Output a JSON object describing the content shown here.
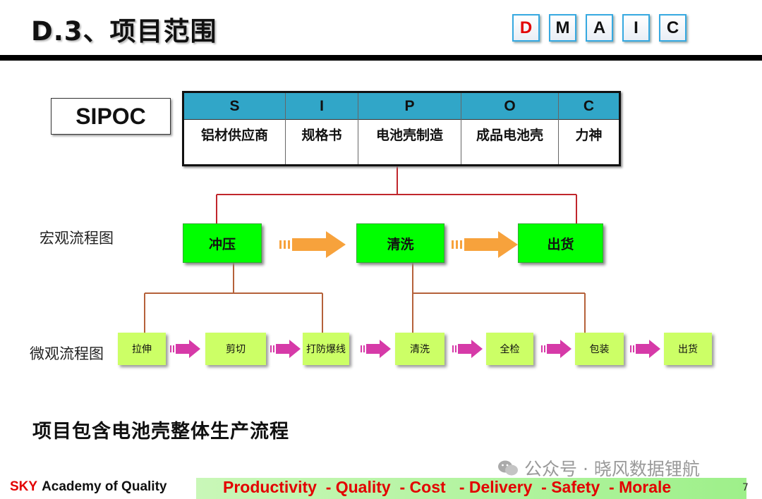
{
  "title": "D.3、项目范围",
  "dmaic": [
    "D",
    "M",
    "A",
    "I",
    "C"
  ],
  "colors": {
    "dmaic_active": "#e30000",
    "dmaic_normal": "#111111",
    "sipoc_header": "#31a6c8",
    "macro_box": "#00ff00",
    "micro_box": "#ccff66",
    "macro_arrow": "#f7a23c",
    "micro_arrow": "#d63aa8",
    "connector_macro": "#c0262c",
    "connector_micro": "#b5613a",
    "footer_text": "#e30000"
  },
  "sipoc": {
    "label": "SIPOC",
    "columns": [
      {
        "head": "S",
        "value": "铝材供应商"
      },
      {
        "head": "I",
        "value": "规格书"
      },
      {
        "head": "P",
        "value": "电池壳制造"
      },
      {
        "head": "O",
        "value": "成品电池壳"
      },
      {
        "head": "C",
        "value": "力神"
      }
    ]
  },
  "macro": {
    "label": "宏观流程图",
    "steps": [
      "冲压",
      "清洗",
      "出货"
    ]
  },
  "micro": {
    "label": "微观流程图",
    "steps": [
      "拉伸",
      "剪切",
      "打防爆线",
      "清洗",
      "全检",
      "包装",
      "出货"
    ]
  },
  "summary": "项目包含电池壳整体生产流程",
  "watermark": "公众号 · 晓风数据锂航",
  "footer": {
    "brand_sky": "SKY",
    "brand_rest": "Academy of Quality",
    "slogan": "Productivity  - Quality  - Cost   - Delivery  - Safety  - Morale",
    "page": "7"
  }
}
